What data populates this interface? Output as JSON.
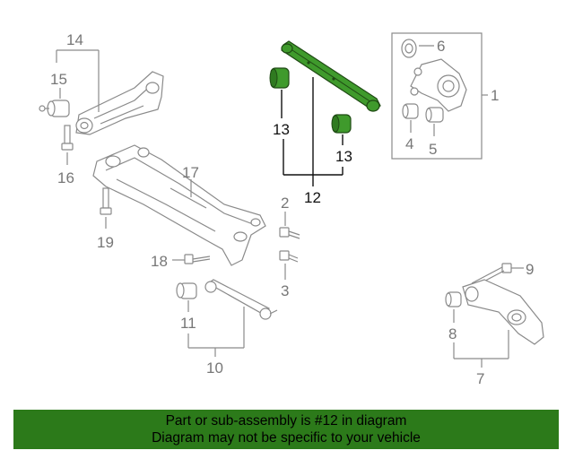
{
  "callouts": {
    "c1": "1",
    "c2": "2",
    "c3": "3",
    "c4": "4",
    "c5": "5",
    "c6": "6",
    "c7": "7",
    "c8": "8",
    "c9": "9",
    "c10": "10",
    "c11": "11",
    "c12": "12",
    "c13a": "13",
    "c13b": "13",
    "c14": "14",
    "c15": "15",
    "c16": "16",
    "c17": "17",
    "c18": "18",
    "c19": "19"
  },
  "banner": {
    "line1": "Part or sub-assembly is #12 in diagram",
    "line2": "Diagram may not be specific to your vehicle"
  },
  "colors": {
    "highlight": "#3f9a2c",
    "banner": "#2c7a1a",
    "part_stroke": "#8a8a8a"
  }
}
